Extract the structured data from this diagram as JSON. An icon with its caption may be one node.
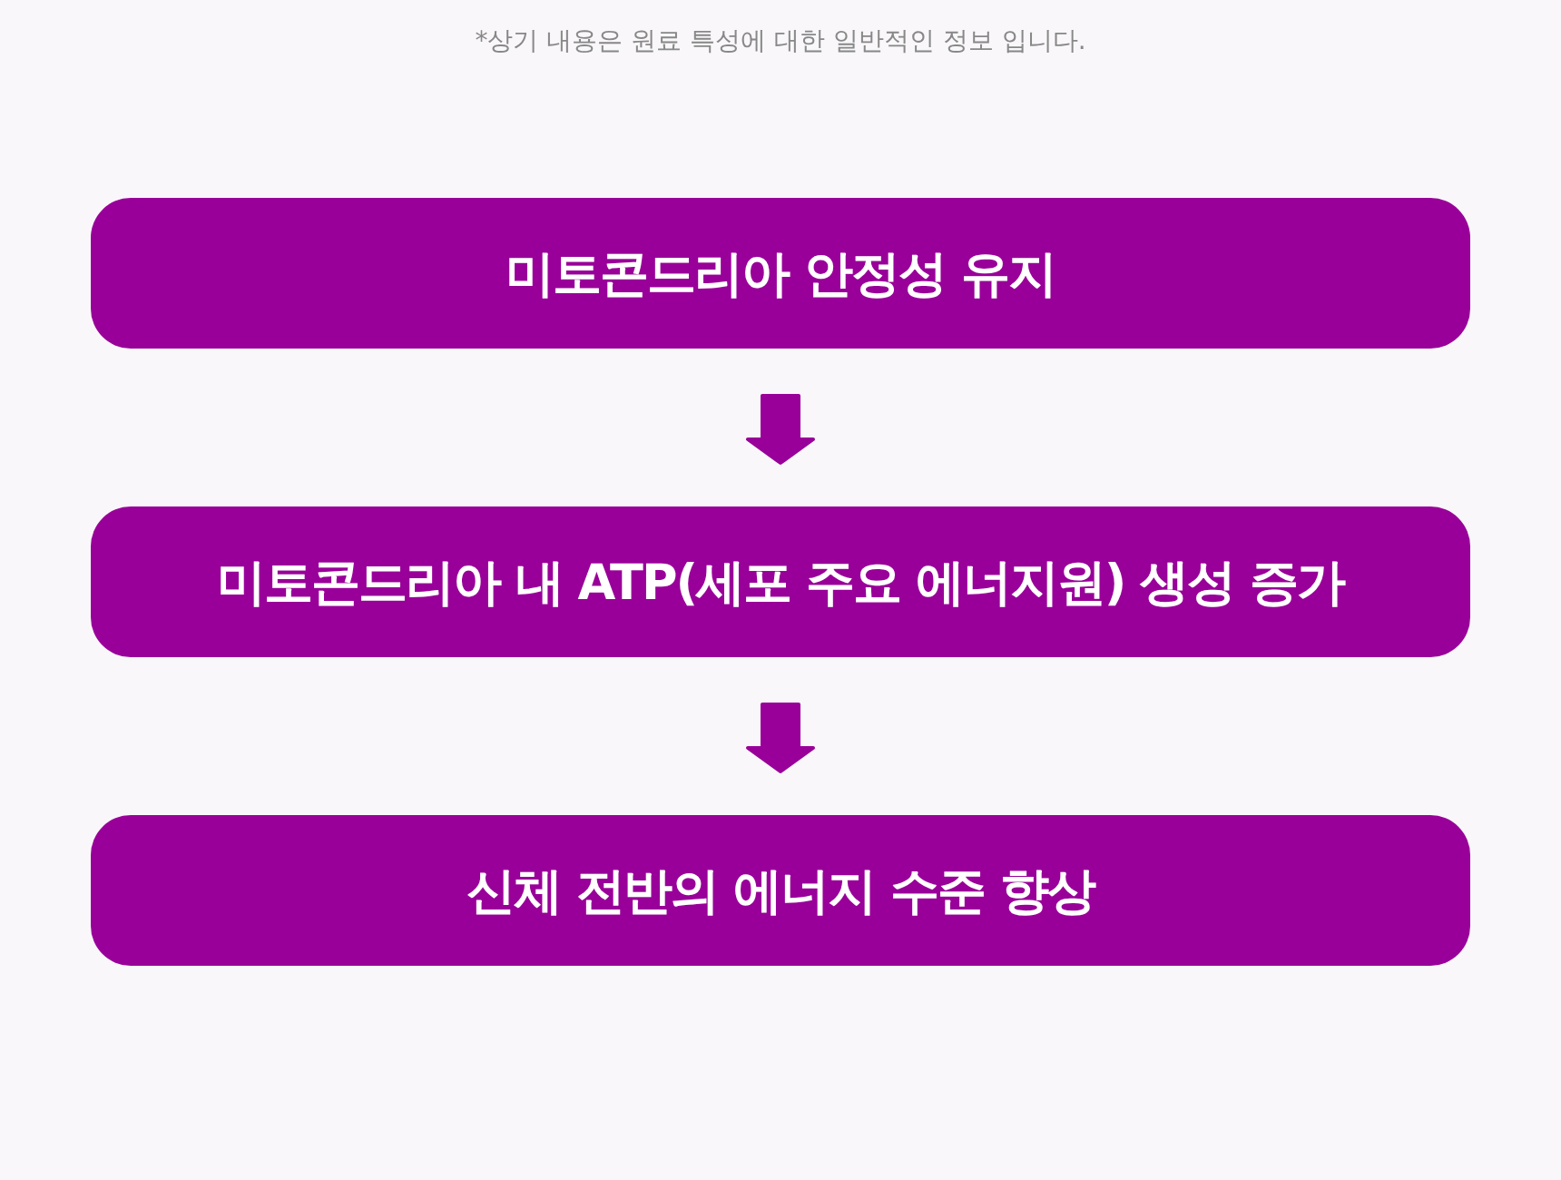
{
  "diagram": {
    "caption": "*상기 내용은 원료 특성에 대한 일반적인 정보 입니다.",
    "nodes": [
      {
        "text": [
          "미토콘드리아 안정성 유지"
        ]
      },
      {
        "text": [
          "미토콘드리아 내 ATP(세포 주요 에너지원) 생성 증가"
        ]
      },
      {
        "text": [
          "신체 전반의 에너지 수준 향상"
        ]
      }
    ],
    "edges": [
      {
        "from": 0,
        "to": 1,
        "arrow": "to"
      },
      {
        "from": 1,
        "to": 2,
        "arrow": "to"
      }
    ]
  }
}
